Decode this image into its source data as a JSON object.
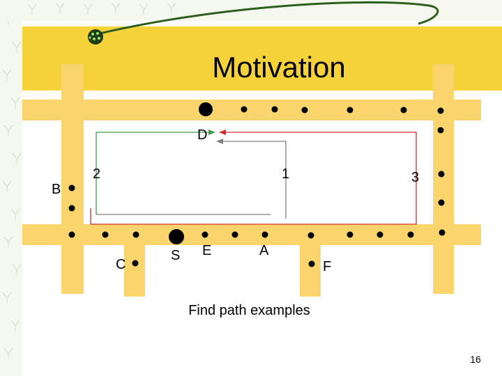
{
  "slide": {
    "title": "Motivation",
    "caption": "Find path examples",
    "page_number": "16"
  },
  "map": {
    "labels": {
      "D": "D",
      "B": "B",
      "C": "C",
      "S": "S",
      "E": "E",
      "A": "A",
      "F": "F",
      "path1": "1",
      "path2": "2",
      "path3": "3"
    }
  },
  "colors": {
    "road": "#FAD46C",
    "title_bar": "#F5D23A",
    "path_green": "#3C9A4E",
    "path_red": "#D12A2A",
    "path_gray": "#808080",
    "pattern": "#C8D6A8"
  },
  "icons": {
    "bullet": "green-dots-bullet-icon",
    "swoosh": "green-swoosh-line"
  }
}
